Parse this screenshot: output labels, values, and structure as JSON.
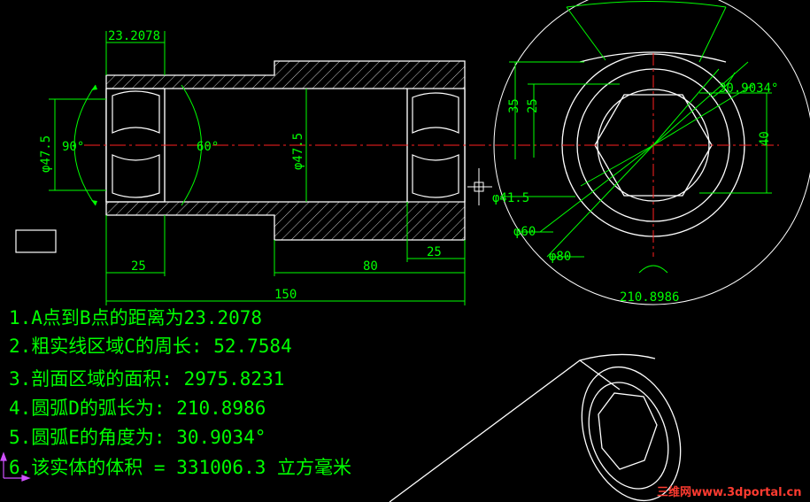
{
  "colors": {
    "background": "#000000",
    "outline": "#ffffff",
    "dimension": "#00ff00",
    "centerline": "#ff2020",
    "ucs_icon": "#d050ff",
    "watermark": "#ff3b30"
  },
  "dimensions": {
    "top_width": "23.2078",
    "left_dia": "φ47.5",
    "left_angle": "90°",
    "inner_angle": "60°",
    "mid_dia": "φ47.5",
    "len_left": "25",
    "len_mid": "80",
    "len_right": "25",
    "len_total": "150",
    "h35": "35",
    "h25": "25",
    "h40": "40",
    "angle": "30.9034°",
    "d41": "φ41.5",
    "d60": "φ60",
    "d80": "φ80",
    "arc_len": "210.8986"
  },
  "notes": [
    "1.A点到B点的距离为23.2078",
    "2.粗实线区域C的周长:  52.7584",
    "3.剖面区域的面积:   2975.8231",
    "4.圆弧D的弧长为: 210.8986",
    "5.圆弧E的角度为: 30.9034°",
    "6.该实体的体积 = 331006.3  立方毫米"
  ],
  "watermark": "三维网www.3dportal.cn"
}
